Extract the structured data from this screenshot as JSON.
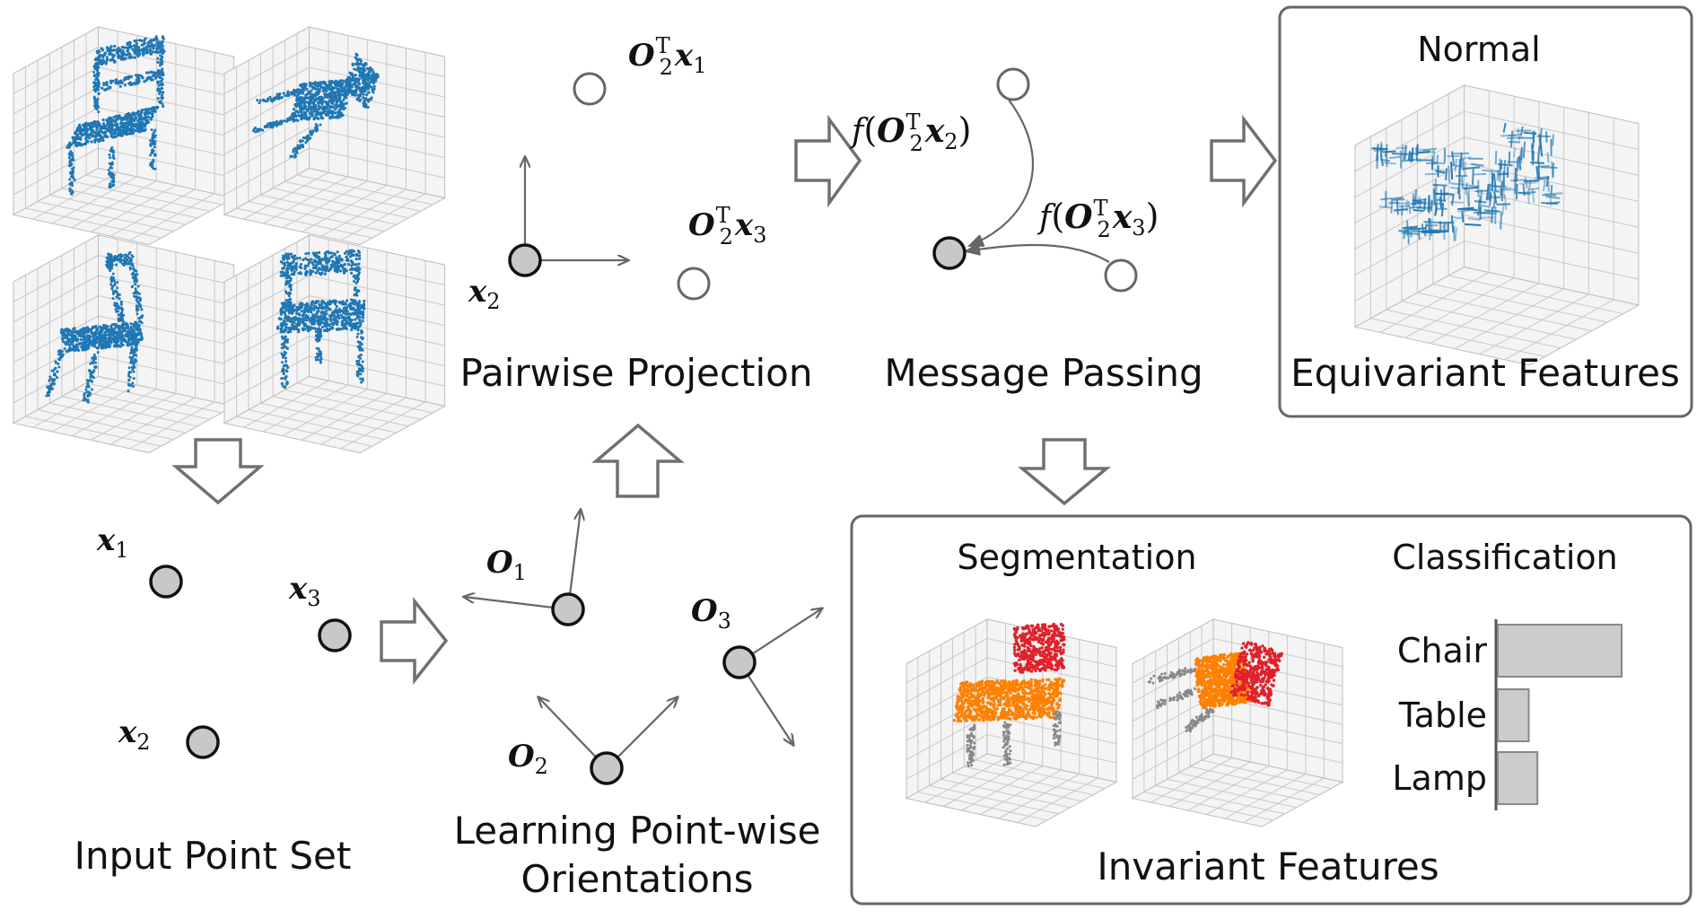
{
  "labels": {
    "input_point_set": "Input Point Set",
    "pairwise_projection": "Pairwise Projection",
    "message_passing": "Message Passing",
    "equivariant_features": "Equivariant Features",
    "normal": "Normal",
    "learning_line1": "Learning Point-wise",
    "learning_line2": "Orientations",
    "segmentation": "Segmentation",
    "classification": "Classification",
    "invariant_features": "Invariant Features"
  },
  "math": {
    "x1": {
      "base": "x",
      "sub": "1"
    },
    "x2": {
      "base": "x",
      "sub": "2"
    },
    "x3": {
      "base": "x",
      "sub": "3"
    },
    "O1": {
      "base": "O",
      "sub": "1"
    },
    "O2": {
      "base": "O",
      "sub": "2"
    },
    "O3": {
      "base": "O",
      "sub": "3"
    },
    "proj_x1": {
      "O": "O",
      "sub": "2",
      "sup": "T",
      "x": "x",
      "xsub": "1"
    },
    "proj_x3": {
      "O": "O",
      "sub": "2",
      "sup": "T",
      "x": "x",
      "xsub": "3"
    },
    "msg_x2": {
      "f": "f",
      "O": "O",
      "sub": "2",
      "sup": "T",
      "x": "x",
      "xsub": "2"
    },
    "msg_x3": {
      "f": "f",
      "O": "O",
      "sub": "2",
      "sup": "T",
      "x": "x",
      "xsub": "3"
    }
  },
  "classification": {
    "classes": [
      "Chair",
      "Table",
      "Lamp"
    ],
    "scores": [
      1.0,
      0.25,
      0.32
    ],
    "bar_color": "#cccccc"
  },
  "colors": {
    "point_cloud": "#1f77b4",
    "seg_seat": "#ff8000",
    "seg_back": "#e0202a",
    "seg_legs": "#888888",
    "node_fill": "#c8c8c8",
    "arrow_gray": "#707070"
  }
}
